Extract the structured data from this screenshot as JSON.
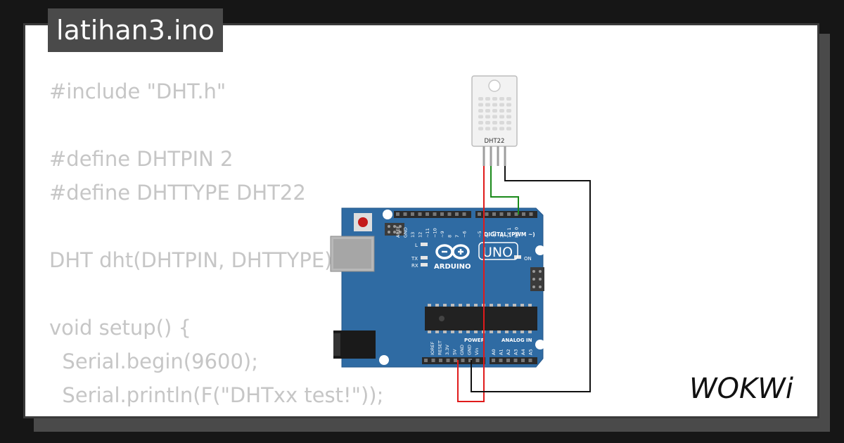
{
  "window": {
    "title": "latihan3.ino"
  },
  "code": {
    "lines": [
      "#include \"DHT.h\"",
      "",
      "#define DHTPIN 2",
      "#define DHTTYPE DHT22",
      "",
      "DHT dht(DHTPIN, DHTTYPE);",
      "",
      "void setup() {",
      "  Serial.begin(9600);",
      "  Serial.println(F(\"DHTxx test!\"));"
    ]
  },
  "sensor": {
    "label": "DHT22"
  },
  "board": {
    "brand": "ARDUINO",
    "model": "UNO",
    "digital_header": "DIGITAL (PWM ~)",
    "power_header": "POWER",
    "analog_header": "ANALOG IN",
    "on_label": "ON",
    "tx_label": "TX",
    "rx_label": "RX",
    "l_label": "L",
    "digital_pins": [
      "AREF",
      "GND",
      "13",
      "12",
      "~11",
      "~10",
      "~9",
      "8",
      "7",
      "~6",
      "~5",
      "4",
      "~3",
      "2",
      "TX 1",
      "RX 0"
    ],
    "power_pins": [
      "IOREF",
      "RESET",
      "3.3V",
      "5V",
      "GND",
      "GND",
      "Vin"
    ],
    "analog_pins": [
      "A0",
      "A1",
      "A2",
      "A3",
      "A4",
      "A5"
    ]
  },
  "branding": {
    "logo": "WOKWi"
  },
  "colors": {
    "board_blue": "#2f6ba3",
    "wire_red": "#e01b1b",
    "wire_green": "#1a8a1a",
    "wire_black": "#111111",
    "code_text": "#c6c6c6"
  }
}
